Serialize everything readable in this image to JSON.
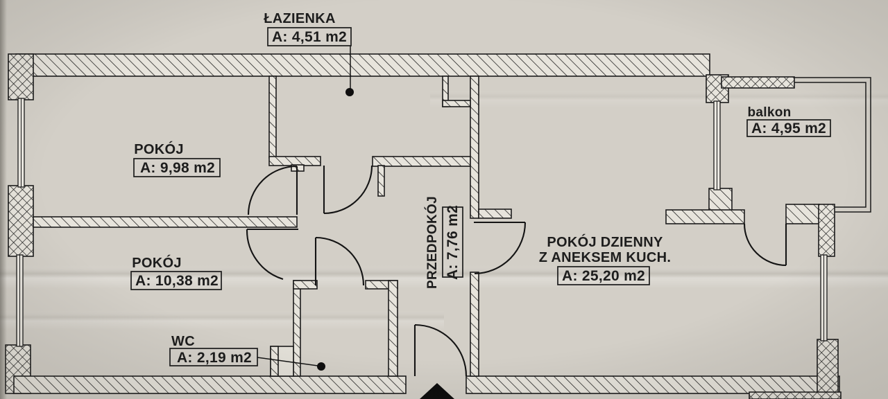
{
  "document": {
    "type": "apartment floor plan scan",
    "language": "Polish"
  },
  "rooms": [
    {
      "name": "ŁAZIENKA",
      "area": "A: 4,51 m2"
    },
    {
      "name": "POKÓJ",
      "area": "A: 9,98 m2"
    },
    {
      "name": "POKÓJ",
      "area": "A: 10,38 m2"
    },
    {
      "name": "WC",
      "area": "A: 2,19 m2"
    },
    {
      "name": "PRZEDPOKÓJ",
      "area": "A: 7,76 m2"
    },
    {
      "name": "POKÓJ DZIENNY",
      "name_line2": "Z ANEKSEM KUCH.",
      "area": "A: 25,20 m2"
    },
    {
      "name": "balkon",
      "area": "A: 4,95 m2"
    }
  ],
  "colors": {
    "paper": "#d3cfc7",
    "ink": "#1b1b1b",
    "wall_fill": "#e7e4dc"
  }
}
